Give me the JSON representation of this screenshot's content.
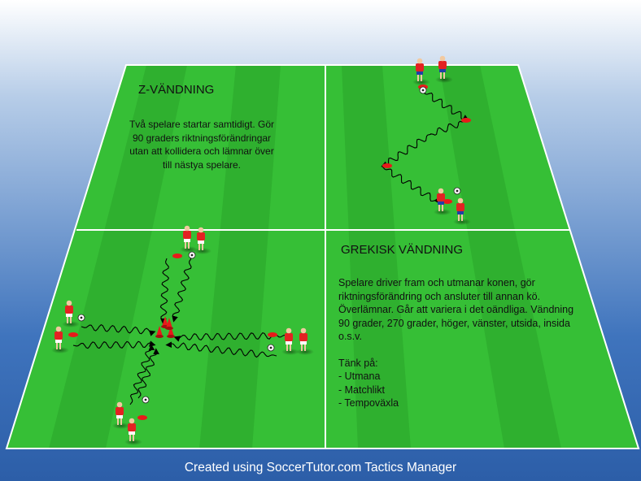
{
  "drill_left": {
    "title": "Z-VÄNDNING",
    "description": "Två spelare startar samtidigt. Gör 90 graders riktningsförändringar utan att kollidera och lämnar över till nästya spelare."
  },
  "drill_right": {
    "title": "GREKISK VÄNDNING",
    "description": "Spelare driver fram och utmanar konen, gör riktningsförändring och ansluter till annan kö. Överlämnar. Går att variera i det oändliga. Vändning 90 grader, 270 grader, höger, vänster, utsida, insida o.s.v.",
    "think_heading": "Tänk på:",
    "points": [
      "- Utmana",
      "- Matchlikt",
      "- Tempoväxla"
    ]
  },
  "footer": "Created using SoccerTutor.com Tactics Manager",
  "colors": {
    "pitch_light": "#3cc83c",
    "pitch_dark": "#2fb52f",
    "line": "#ffffff",
    "player_shirt": "#e32222",
    "player_shorts": "#1f3fa6",
    "cone": "#e81a1a",
    "footer_text": "#ffffff"
  },
  "icons": [
    "player-icon",
    "ball-icon",
    "cone-icon",
    "dribble-path-arrow-icon"
  ]
}
